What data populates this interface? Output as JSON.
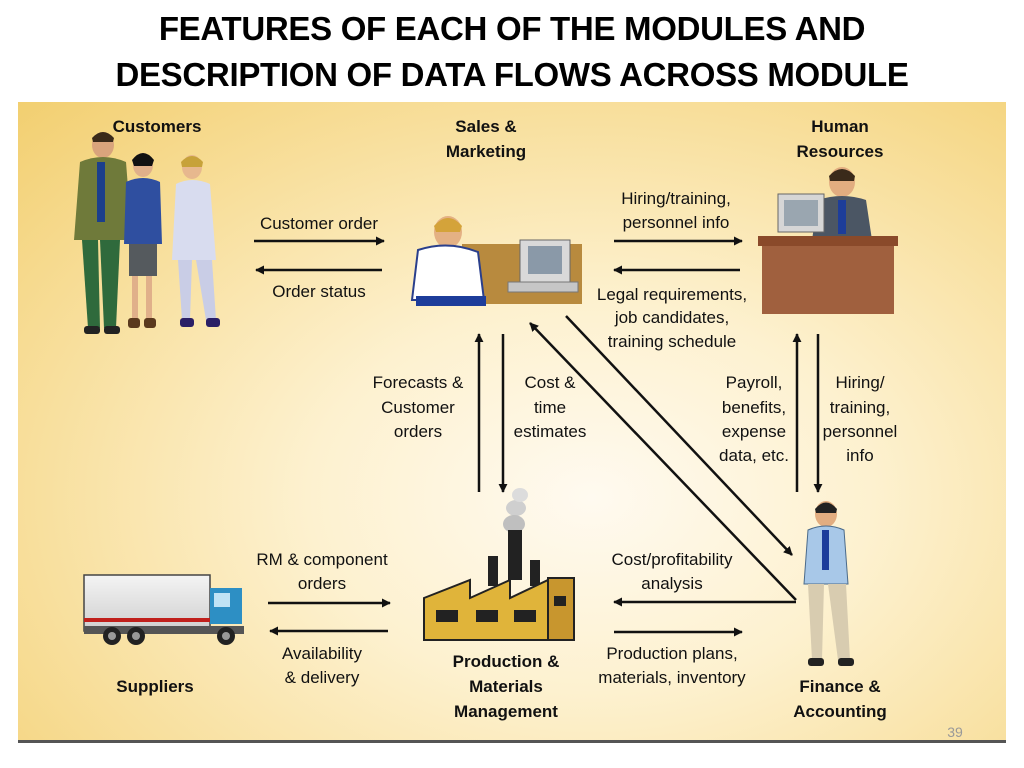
{
  "slide": {
    "title_line1": "FEATURES OF EACH OF THE MODULES AND",
    "title_line2": "DESCRIPTION OF DATA FLOWS ACROSS MODULE",
    "page_number": "39"
  },
  "modules": {
    "customers": "Customers",
    "sales_1": "Sales &",
    "sales_2": "Marketing",
    "hr_1": "Human",
    "hr_2": "Resources",
    "suppliers": "Suppliers",
    "prod_1": "Production &",
    "prod_2": "Materials",
    "prod_3": "Management",
    "fin_1": "Finance &",
    "fin_2": "Accounting"
  },
  "flows": {
    "customer_order": "Customer order",
    "order_status": "Order status",
    "hiring_1": "Hiring/training,",
    "hiring_2": "personnel info",
    "legal_1": "Legal requirements,",
    "legal_2": "job candidates,",
    "legal_3": "training schedule",
    "forecasts_1": "Forecasts &",
    "forecasts_2": "Customer",
    "forecasts_3": "orders",
    "cost_1": "Cost &",
    "cost_2": "time",
    "cost_3": "estimates",
    "payroll_1": "Payroll,",
    "payroll_2": "benefits,",
    "payroll_3": "expense",
    "payroll_4": "data, etc.",
    "hiring2_1": "Hiring/",
    "hiring2_2": "training,",
    "hiring2_3": "personnel",
    "hiring2_4": "info",
    "rm_1": "RM & component",
    "rm_2": "orders",
    "avail_1": "Availability",
    "avail_2": "& delivery",
    "costprof_1": "Cost/profitability",
    "costprof_2": "analysis",
    "prodplans_1": "Production plans,",
    "prodplans_2": "materials, inventory"
  }
}
